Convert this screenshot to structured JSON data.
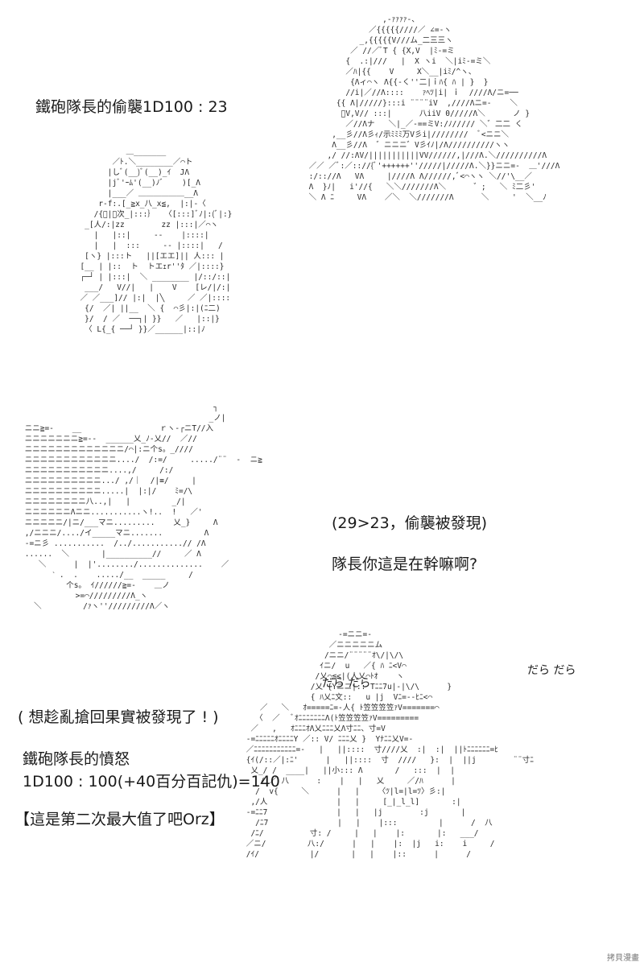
{
  "text": {
    "sneak_attack": "鐵砲隊長的偷襲1D100 : 23",
    "discovered": "(29>23，偷襲被發現)",
    "captain_question": "隊長你這是在幹嘛啊?",
    "steal_back": "( 想趁亂搶回果實被發現了 ! )",
    "wrath_title": "鐵砲隊長的憤怒",
    "wrath_roll": "1D100 : 100(+40百分百記仇)=140",
    "second_max": "【這是第二次最大值了吧Orz】",
    "sfx_dara_1": "だら だら",
    "sfx_dara_2": "だら だら",
    "watermark": "拷貝漫畫"
  },
  "art": {
    "top_right": "                     ,-ｧｧｧｧ-、\n                  ／{{{{{////／ ∠=-ヽ\n                _,{{{{{V///ム_二三三ヽ\n              ／ //／ﾞT { {X,V  |ﾐ-=ミ\n             {  .:|///   |  X ヽi  ＼|iﾐ-=ミ＼\n             ／ﾊ|{{    V     X＼__|iﾐ/^ヽ、\n              {Λィ⌒ヽ Λ{{-く''二|ｉﾊ{ ﾊ | }  }\n             //i|／//Λ::::    ｧﾍﾂ|i| ｉ  ////Λ/ニ=──\n           {{ Λ|/////}:::i ¨¨¨¨iV  ,////Λニ=-    ＼\n            ﾞV,V// :::|      八iiV 0/////Λ＼      ノ }\n             ／//Λナ   ＼|_／-==ミV:/ﾉ///// ＼゛二二 く\n          ,__彡//Λ彡ｨ/示ﾐﾐﾐ万V彡i|////////  ﾞ<ニニ＼\n          Λ__彡//Λ  ゛ニニニ゛V彡ｲﾉ|/Λ//////////ヽヽ\n         ,/ //:ΛV/|||||||||||VV//////,|///Λ.＼//////////Λ\n     ／／ ／ﾞ:／:://{ﾞ'++++++''/////|/////Λ.＼}}ニニ=-  ＿'///Λ\n     :/:://Λ   VΛ     |////Λ Λ//////,ﾞ<⌒ヽヽ ＼//'\\__／\n     Λ  }ﾉ|   i'//{   ＼＼///////Λ＼      ゛;   ＼ ﾐ二彡'\n     ＼ Λ ﾆ     VΛ    ／＼  ＼///////Λ      ＼     '  ＼__ﾉ",
    "top_left": "            ＿_______\n         ／ﾄ.＼________／⌒ト\n        |しﾞ(__)ﾞ(__)_ｲ  JΛ\n        |jﾞ'ｰﾑ'(__)ﾉﾞ    )[_Λ\n        |___／ ＿＿＿＿＿＿__Λ\n      r-f:.[_≧x_八_x≦,  |:|-〈\n     /{ﾞ|ﾞ次_|:::｝  〈[:::]ﾞﾉ|:(ﾞ|:}\n   _[人/:|zz        zz |:::|／⌒ヽ\n     |   |::|     --    |::::|\n     |   |  :::     -- |::::|   /\n   [ヽ} |:::ト   ||[エエ]|| 人::: |\n  [__ | |::  ト  トエｪr''ﾀ ／|::::}\n  ┌─┘ | |:::|  ＼ ________ |/::/::|\n   ___/   V//|   |    V    [レ/|/:|\n  ／ ／___]// |:|  |╲     ／ ／|::::\n   {/  ／| ||__  ＼ {  ⌒彡|:|(ﾆ二)\n   }/  / ／  ──┐| }}   ／   |::|}\n   〈 L{_{ ──┘ }}／______|::|ﾉ",
    "middle_left": "                                          ┐\n                                         _ノ|\n ニニ≧=-    __                 ｒヽ-┌ニT//入\n ニニニニニニニ≧=--  ______乂_ﾉ-乂//  ／//\n ニニニニニニニニニニニニニ/⌒|:ニ个s。_////\n ニニニニニニニニニニニニ..../  /:=/     ...../¨¨  -  ニ≧\n ニニニニニニニニニニニ....,/     /:/\n ニニニニニニニニニニ.../ ,/｜  /|≡/     |\n ニニニニニニニニニニ.....|  |:|/    ﾐ=/\\\n ニニニニニニニニ八..,|   |         _/|\n ニニニニニニΛニニ...........ヽ!..  !   ／'\n ニニニニニ/|ニ/___マニ.........    乂_}     Λ\n ,/ニニニ/..../イ_____マニ.......         Λ\n -=ニ彡 ...........  /../...........// /Λ\n ......  ＼       |__________//     ／ Λ\n    ＼      |  |'......../..............    ／\n       ˋ .  .    ...../__  _____     /\n          个s。 ｲ//////≧=-    ＿ノ\n            >=⌒/////////Λ_ヽ\n   ＼         /ｧヽ''/////////Λ／ヽ",
    "bottom_right": "                     -=ニニ=-\n                   ／ニニニニニム    \n                  /ニニ/¨¨¨¨¨ｵ\\/|\\/\\\n                 ｲニ/  u   ／{ ﾊ ﾆ<V⌒\n                /乂⌒≦<|(人乂⌒ﾄｵ    ヽ\n               /乂 {Yニニ|:: Tﾆﾆ7u|-|\\/\\      }\n               { ﾊ乂ﾆ文::   u |j  Vﾆ=--ﾋﾆ<⌒\n    ／   ＼   ｵ=====ﾆ=-人{ ﾄ笠笠笠笠ｧV=======⌒\n   〈  ／   ﾞｵﾆﾆﾆﾆﾆﾆﾆΛ(ﾄ笠笠笠笠ｧV=========\n  ／   ,   ｵﾆﾆﾆｵΛ乂ﾆﾆﾆ乂Λ寸ﾆﾆ、寸=V\n -=ﾆﾆﾆﾆﾆｵﾆﾆﾆﾆY ／:: V/ ﾆﾆﾆ乂 }  Yﾅﾆﾆ乂V=-\n ／ﾆﾆﾆﾆﾆﾆﾆﾆﾆﾆﾆ=-   |   ||::::  寸////乂  :|  :|  ||ﾄﾆﾆﾆﾆﾆﾆ=ﾋ\n {ｲ(/::／|:ﾆ'      |   ||::::  寸  ////   }:  |  ||j        ¨¨寸ﾆ\n  乂_/ /  ____|   ||小::: Λ       /   :::  |  |\n    / ／ 八      :    |   |   乂     ／/ﾊ      |\n   /  v{     ＼      |   |    〈ﾂ|l=|l=ﾂ〉彡:|\n  ,/人               |   |     [_|_l_l]       :|\n -=ﾆﾆ7               |   |   |j        :j       |\n   /ﾆ7               |   |    |:::         |      /  八\n  /ﾆ/          寸: /     |   |    |:       |:   ___/\n ／ニ/         八:/      |   |    |:  |j   i:    i     /\n /ｲ/           |/       |   |    |::      |      /"
  }
}
